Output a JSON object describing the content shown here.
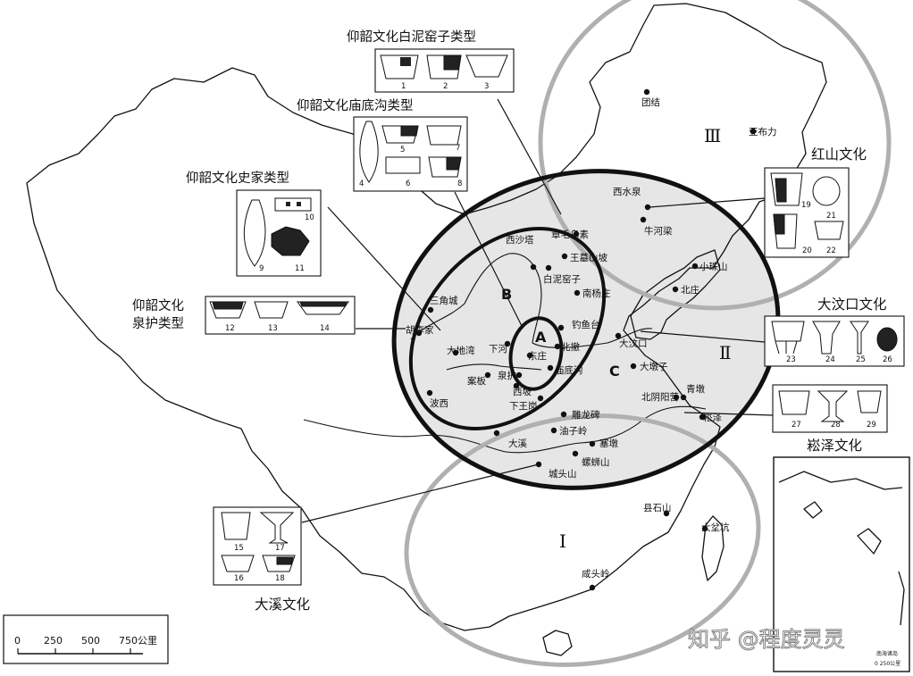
{
  "sites": [
    {
      "id": "tuanjie",
      "name": "团结"
    },
    {
      "id": "yabuli",
      "name": "亚布力"
    },
    {
      "id": "xishuiquan",
      "name": "西水泉"
    },
    {
      "id": "niuheliang",
      "name": "牛河梁"
    },
    {
      "id": "xiaozhushan",
      "name": "小珠山"
    },
    {
      "id": "beizhuang",
      "name": "北庄"
    },
    {
      "id": "xishata",
      "name": "西沙塔"
    },
    {
      "id": "zhangmao",
      "name": "章毛乌素"
    },
    {
      "id": "wangmushan",
      "name": "王墓山坡"
    },
    {
      "id": "bainiyaozi",
      "name": "白泥窑子"
    },
    {
      "id": "nanyangzhuang",
      "name": "南杨庄"
    },
    {
      "id": "sanjiaocheng",
      "name": "三角城"
    },
    {
      "id": "diaoyutai",
      "name": "钓鱼台"
    },
    {
      "id": "hujiajia",
      "name": "胡李家"
    },
    {
      "id": "dadiwan",
      "name": "大地湾"
    },
    {
      "id": "xiahe",
      "name": "下河"
    },
    {
      "id": "beiche",
      "name": "北撤"
    },
    {
      "id": "dongzhuang",
      "name": "东庄"
    },
    {
      "id": "quanhu",
      "name": "泉护"
    },
    {
      "id": "miaodigou",
      "name": "庙底沟"
    },
    {
      "id": "anban",
      "name": "案板"
    },
    {
      "id": "xipo",
      "name": "西坡"
    },
    {
      "id": "bosi",
      "name": "波西"
    },
    {
      "id": "xiawanggang",
      "name": "下王岗"
    },
    {
      "id": "dawenkou",
      "name": "大汶口"
    },
    {
      "id": "dadunzi",
      "name": "大墩子"
    },
    {
      "id": "qingdun",
      "name": "青墩"
    },
    {
      "id": "beiyinyang",
      "name": "北阴阳营"
    },
    {
      "id": "songze",
      "name": "崧泽"
    },
    {
      "id": "diaolongbei",
      "name": "雕龙碑"
    },
    {
      "id": "youziling",
      "name": "油子岭"
    },
    {
      "id": "saidun",
      "name": "塞墩"
    },
    {
      "id": "daxi",
      "name": "大溪"
    },
    {
      "id": "luosishan",
      "name": "螺蛳山"
    },
    {
      "id": "chengtoushan",
      "name": "城头山"
    },
    {
      "id": "xianshishan",
      "name": "县石山"
    },
    {
      "id": "dabenkeng",
      "name": "大坌坑"
    },
    {
      "id": "xiantouling",
      "name": "咸头岭"
    }
  ],
  "zones": {
    "A": "A",
    "B": "B",
    "C": "C"
  },
  "regions": {
    "I": "I",
    "II": "Ⅱ",
    "III": "Ⅲ"
  },
  "cultures": {
    "bainiyaozi": {
      "title": "仰韶文化白泥窑子类型",
      "figs": [
        "1",
        "2",
        "3"
      ]
    },
    "miaodigou": {
      "title": "仰韶文化庙底沟类型",
      "figs": [
        "4",
        "5",
        "6",
        "7",
        "8"
      ]
    },
    "shijia": {
      "title": "仰韶文化史家类型",
      "figs": [
        "9",
        "10",
        "11"
      ]
    },
    "quanhu": {
      "title_line1": "仰韶文化",
      "title_line2": "泉护类型",
      "figs": [
        "12",
        "13",
        "14"
      ]
    },
    "hongshan": {
      "title": "红山文化",
      "figs": [
        "19",
        "20",
        "21",
        "22"
      ]
    },
    "dawenkou": {
      "title": "大汶口文化",
      "figs": [
        "23",
        "24",
        "25",
        "26"
      ]
    },
    "songze": {
      "title": "崧泽文化",
      "figs": [
        "27",
        "28",
        "29"
      ]
    },
    "daxi": {
      "title": "大溪文化",
      "figs": [
        "15",
        "16",
        "17",
        "18"
      ]
    }
  },
  "scale_bar": {
    "ticks": [
      "0",
      "250",
      "500",
      "750"
    ],
    "unit": "公里"
  },
  "inset": {
    "line1": "南海诸岛",
    "line2": "0  250公里"
  },
  "watermark": "知乎 @程度灵灵",
  "colors": {
    "shade": "#e6e6e6",
    "gray_ellipse": "#b0b0b0",
    "black": "#111111"
  }
}
